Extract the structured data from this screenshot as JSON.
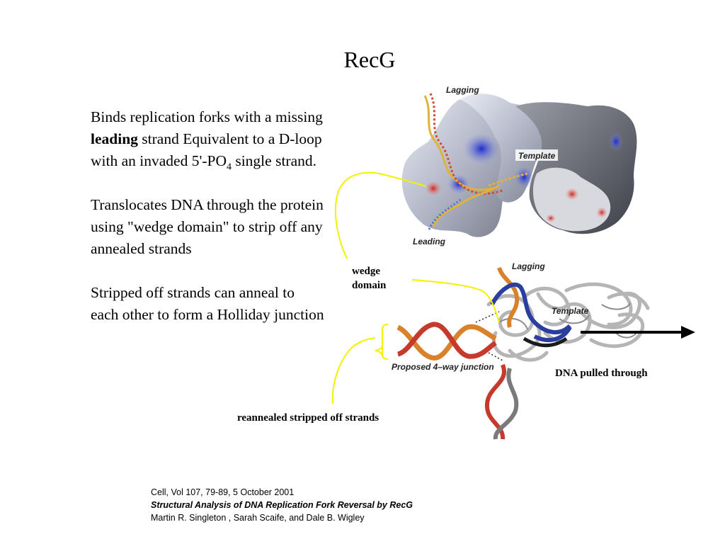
{
  "title": "RecG",
  "bullets": {
    "p1_before_bold": "Binds replication forks with a missing ",
    "p1_bold": "leading",
    "p1_after_bold": " strand Equivalent to a D-loop with an invaded 5'-PO",
    "p1_sub": "4",
    "p1_end": " single strand.",
    "p2": "Translocates DNA through the protein using \"wedge domain\" to strip off any annealed strands",
    "p3": "Stripped off strands can anneal to each other to form a Holliday junction"
  },
  "callouts": {
    "wedge_line1": "wedge",
    "wedge_line2": "domain",
    "dna_pulled": "DNA pulled through",
    "reannealed": "reannealed stripped off strands"
  },
  "figure_top": {
    "lagging": "Lagging",
    "template": "Template",
    "leading": "Leading"
  },
  "figure_bottom": {
    "lagging": "Lagging",
    "template": "Template",
    "junction": "Proposed 4–way junction"
  },
  "citation": {
    "line1": "Cell, Vol 107, 79-89, 5 October 2001",
    "line2": "Structural Analysis of DNA Replication Fork Reversal by RecG",
    "line3": "Martin R. Singleton , Sarah Scaife, and Dale B. Wigley"
  },
  "colors": {
    "annotation_line": "#f2f200",
    "arrow": "#000000",
    "strand_red": "#c63a2c",
    "strand_orange": "#d9822b",
    "strand_blue": "#2a3ea0",
    "protein_grey": "#b5b5b5"
  }
}
